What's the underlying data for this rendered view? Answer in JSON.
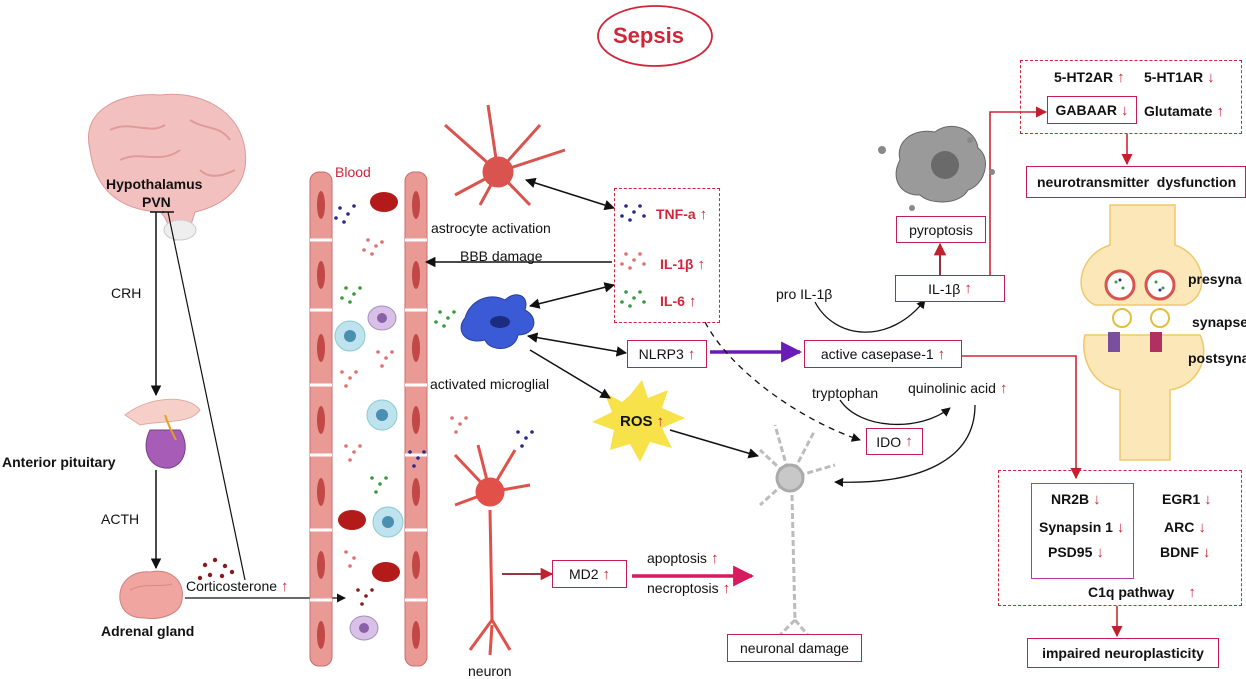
{
  "title": "Sepsis",
  "colors": {
    "accent_red": "#d0263a",
    "box_border": "#c21f5a",
    "vessel": "#e58b85",
    "purple_arrow": "#6a1bb8"
  },
  "icons": [
    "brain-icon",
    "pituitary-icon",
    "adrenal-gland-icon",
    "astrocyte-icon",
    "microglia-icon",
    "neuron-icon",
    "ros-burst-icon",
    "pyroptotic-cell-icon",
    "synapse-icon",
    "damaged-neuron-icon",
    "red-blood-cell-icon",
    "leukocyte-icon"
  ],
  "hpa": {
    "hypothalamus": "Hypothalamus",
    "pvn": "PVN",
    "crh": "CRH",
    "anterior_pituitary": "Anterior pituitary",
    "acth": "ACTH",
    "adrenal_gland": "Adrenal gland",
    "corticosterone": "Corticosterone",
    "corticosterone_arrow": "↑"
  },
  "blood": {
    "label": "Blood",
    "bbb_damage": "BBB damage"
  },
  "glia": {
    "astrocyte": "astrocyte activation",
    "microglia": "activated microglial",
    "neuron": "neuron"
  },
  "cytokines": [
    {
      "name": "TNF-a",
      "arrow": "↑"
    },
    {
      "name": "IL-1β",
      "arrow": "↑"
    },
    {
      "name": "IL-6",
      "arrow": "↑"
    }
  ],
  "nlrp3": {
    "name": "NLRP3",
    "arrow": "↑"
  },
  "caspase": {
    "name": "active casepase-1",
    "arrow": "↑"
  },
  "pro_il1b": "pro IL-1β",
  "il1b": {
    "name": "IL-1β",
    "arrow": "↑"
  },
  "pyroptosis": "pyroptosis",
  "tryptophan": "tryptophan",
  "quinolinic": {
    "name": "quinolinic acid",
    "arrow": "↑"
  },
  "ido": {
    "name": "IDO",
    "arrow": "↑"
  },
  "ros": {
    "name": "ROS",
    "arrow": "↑"
  },
  "md2": {
    "name": "MD2",
    "arrow": "↑"
  },
  "apoptosis": {
    "name": "apoptosis",
    "arrow": "↑"
  },
  "necroptosis": {
    "name": "necroptosis",
    "arrow": "↑"
  },
  "neuronal_damage": "neuronal damage",
  "receptors": {
    "ht2ar": {
      "name": "5-HT2AR",
      "arrow": "↑"
    },
    "ht1ar": {
      "name": "5-HT1AR",
      "arrow": "↓"
    },
    "gabaar": {
      "name": "GABAAR",
      "arrow": "↓"
    },
    "glutamate": {
      "name": "Glutamate",
      "arrow": "↑"
    }
  },
  "neurotransmitter_dysfunction": "neurotransmitter  dysfunction",
  "synapse": {
    "presynaptic": "presyna",
    "synapse": "synapse",
    "postsynaptic": "postsyna"
  },
  "plasticity": {
    "nr2b": {
      "name": "NR2B",
      "arrow": "↓"
    },
    "synapsin": {
      "name": "Synapsin 1",
      "arrow": "↓"
    },
    "psd95": {
      "name": "PSD95",
      "arrow": "↓"
    },
    "egr1": {
      "name": "EGR1",
      "arrow": "↓"
    },
    "arc": {
      "name": "ARC",
      "arrow": "↓"
    },
    "bdnf": {
      "name": "BDNF",
      "arrow": "↓"
    },
    "c1q": {
      "name": "C1q pathway",
      "arrow": "↑"
    }
  },
  "impaired_neuroplasticity": "impaired neuroplasticity"
}
